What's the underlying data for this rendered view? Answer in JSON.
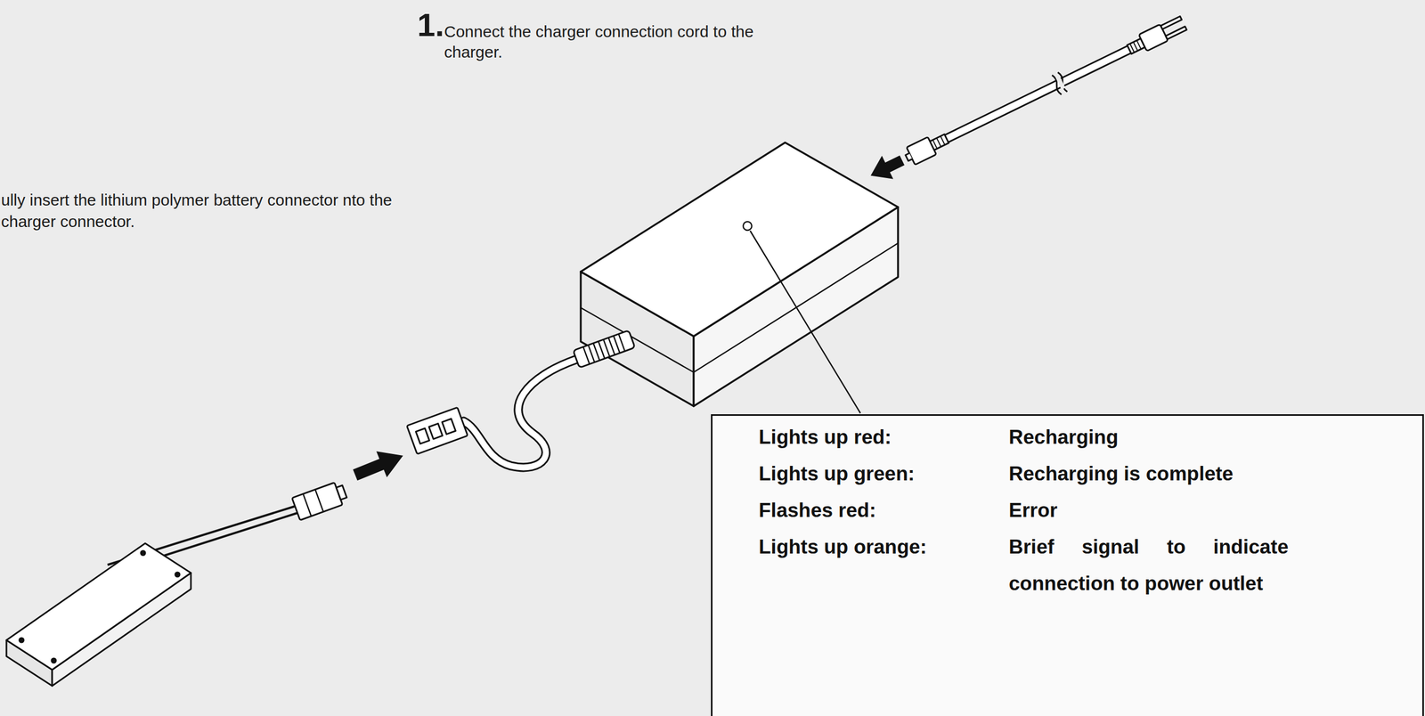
{
  "diagram": {
    "nodes": [
      {
        "text": [
          "Lights up red:",
          "Recharging",
          "Lights up green:",
          "Recharging is complete",
          "Flashes red:",
          "Error",
          "Lights up orange:",
          "Brief signal to indicate connection to power outlet"
        ]
      }
    ],
    "labels": [
      "1.",
      "Connect the charger connection cord to the charger.",
      "ully insert the lithium polymer battery connector nto the charger connector."
    ]
  }
}
